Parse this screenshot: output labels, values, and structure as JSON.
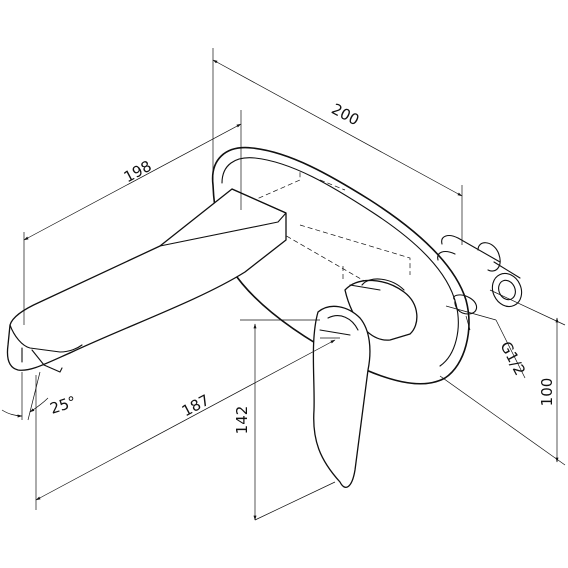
{
  "dimensions": {
    "overall_depth": "200",
    "spout_length": "198",
    "spout_reach": "187",
    "handle_height": "142",
    "plate_height": "100",
    "spout_angle": "25°",
    "thread": "G1/2"
  }
}
